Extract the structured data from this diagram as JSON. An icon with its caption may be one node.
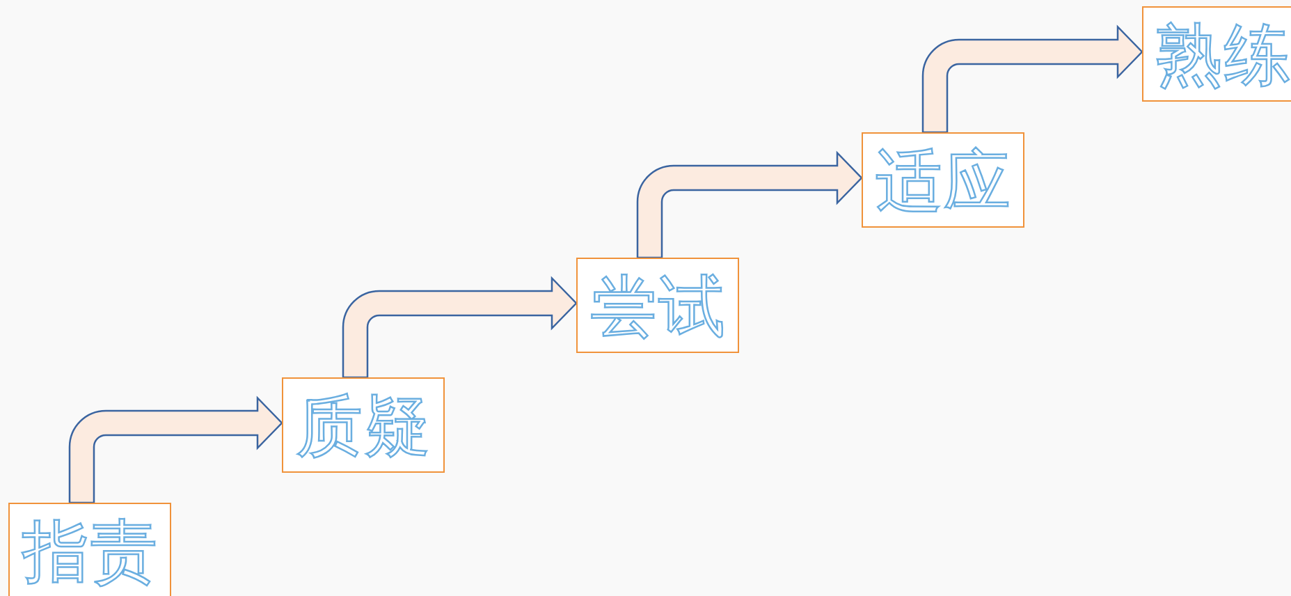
{
  "diagram": {
    "nodes": [
      {
        "text": [
          "指责"
        ]
      },
      {
        "text": [
          "质疑"
        ]
      },
      {
        "text": [
          "尝试"
        ]
      },
      {
        "text": [
          "适应"
        ]
      },
      {
        "text": [
          "熟练"
        ]
      }
    ],
    "edges": [
      {
        "from": 0,
        "to": 1,
        "arrow": "to"
      },
      {
        "from": 1,
        "to": 2,
        "arrow": "to"
      },
      {
        "from": 2,
        "to": 3,
        "arrow": "to"
      },
      {
        "from": 3,
        "to": 4,
        "arrow": "to"
      }
    ]
  }
}
